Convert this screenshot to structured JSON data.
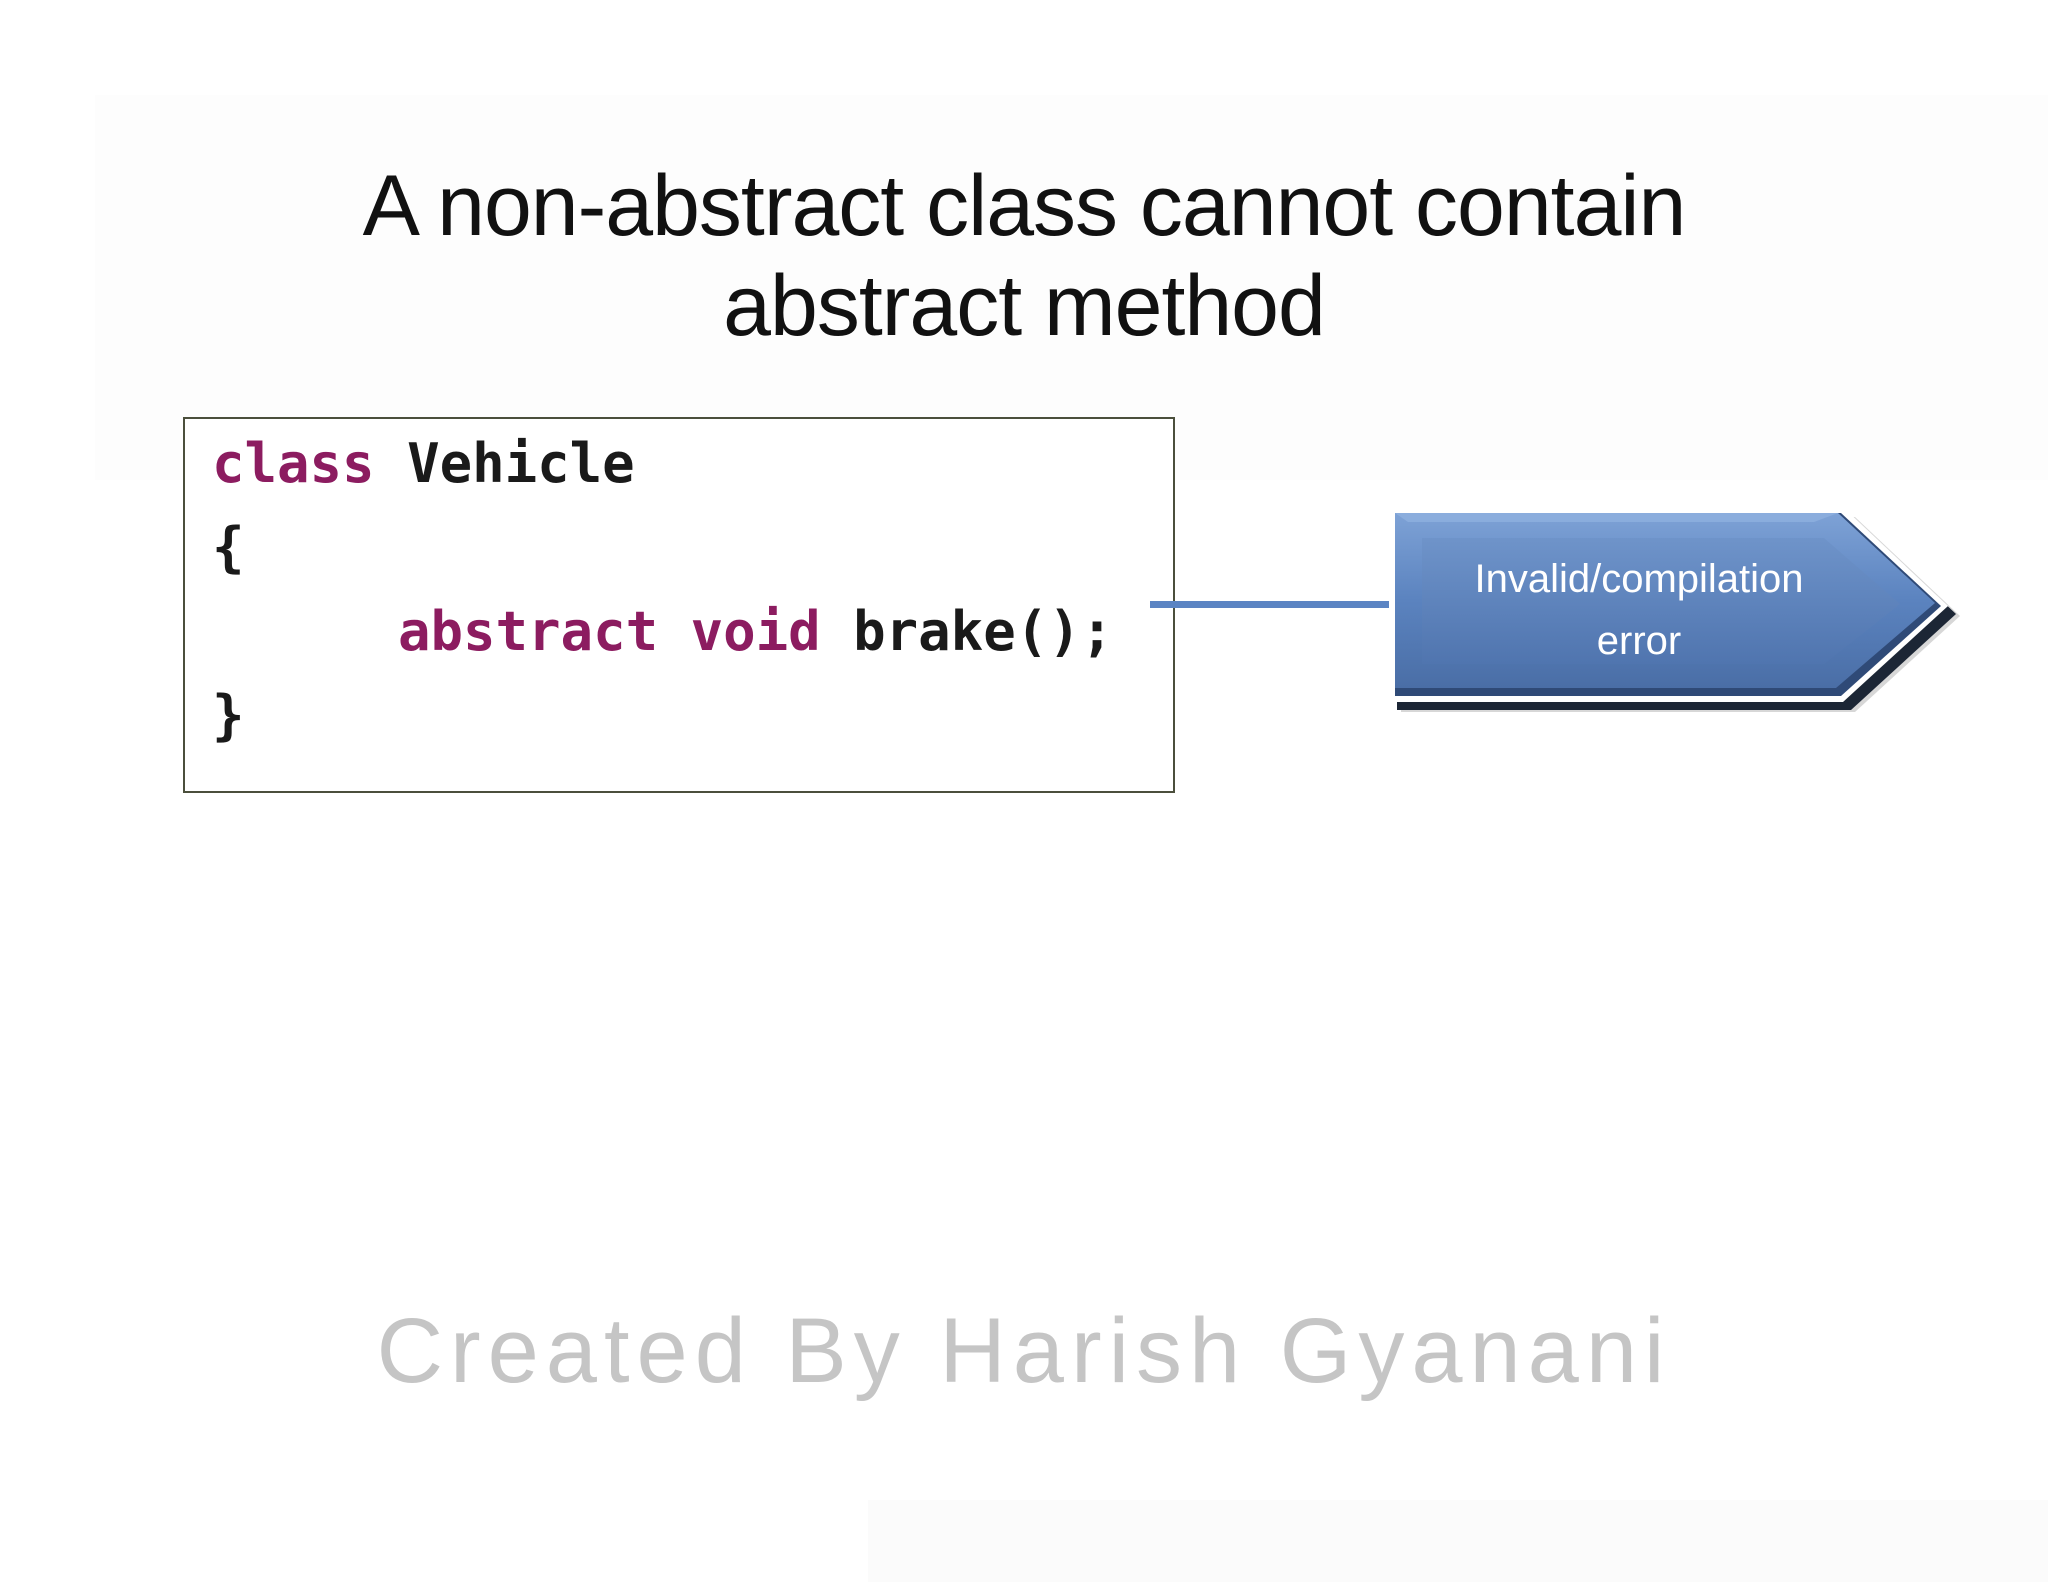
{
  "title": {
    "line1": "A non-abstract class cannot contain",
    "line2": "abstract method"
  },
  "code": {
    "keyword_class": "class",
    "class_name": " Vehicle",
    "open_brace": "{",
    "keyword_abstract_void": "abstract void",
    "method_call": " brake();",
    "close_brace": "}"
  },
  "callout": {
    "line1": "Invalid/compilation",
    "line2": "error"
  },
  "watermark": "Created By Harish Gyanani",
  "colors": {
    "title_text": "#111111",
    "code_keyword": "#8c1c60",
    "code_text": "#1a1a1a",
    "code_box_border": "#4b4f3c",
    "connector_blue": "#5b84c3",
    "arrow_fill_top": "#7ea2d6",
    "arrow_fill_bottom": "#4a6ea6",
    "arrow_bevel_dark": "#1c2635",
    "arrow_frame": "#ffffff",
    "arrow_shadow_gray": "#c9c9c9",
    "arrow_text": "#ffffff",
    "watermark_text": "#c5c5c5",
    "background": "#ffffff"
  }
}
